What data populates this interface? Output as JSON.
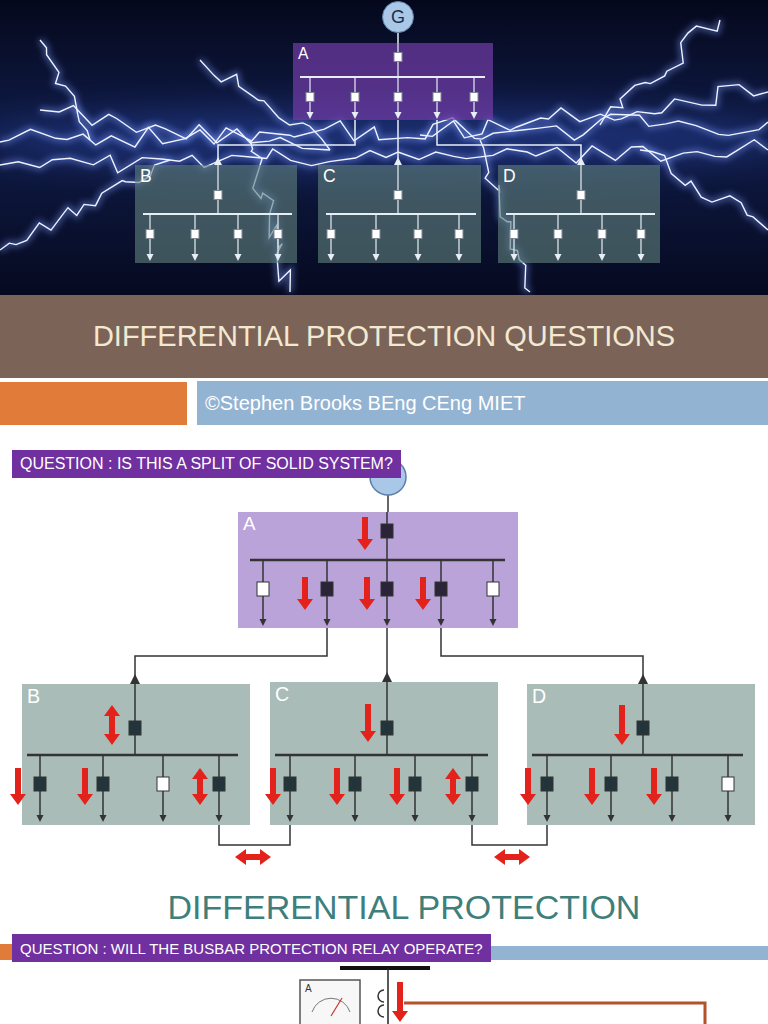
{
  "diagram": {
    "nodes": [
      {
        "text": [
          "G"
        ]
      },
      {
        "text": [
          "A"
        ]
      },
      {
        "text": [
          "B"
        ]
      },
      {
        "text": [
          "C"
        ]
      },
      {
        "text": [
          "D"
        ]
      },
      {
        "text": [
          "DIFFERENTIAL PROTECTION QUESTIONS"
        ]
      },
      {
        "text": [
          "©Stephen Brooks BEng CEng MIET"
        ]
      },
      {
        "text": [
          "QUESTION : IS THIS A SPLIT OF SOLID SYSTEM?"
        ]
      },
      {
        "text": [
          "A"
        ]
      },
      {
        "text": [
          "B"
        ]
      },
      {
        "text": [
          "C"
        ]
      },
      {
        "text": [
          "D"
        ]
      },
      {
        "text": [
          "QUESTION : WILL THE BUSBAR PROTECTION RELAY OPERATE?"
        ]
      }
    ],
    "edges": [
      {
        "from": 0,
        "to": 1,
        "arrow": "none"
      },
      {
        "from": 1,
        "to": 2,
        "arrow": "to"
      },
      {
        "from": 1,
        "to": 3,
        "arrow": "to"
      },
      {
        "from": 1,
        "to": 4,
        "arrow": "to"
      },
      {
        "from": 8,
        "to": 9,
        "arrow": "to"
      },
      {
        "from": 8,
        "to": 10,
        "arrow": "to"
      },
      {
        "from": 8,
        "to": 11,
        "arrow": "to"
      },
      {
        "from": 9,
        "to": 10,
        "arrow": "none"
      },
      {
        "from": 10,
        "to": 11,
        "arrow": "none"
      }
    ],
    "labels": [
      "DIFFERENTIAL PROTECTION",
      "A"
    ]
  }
}
